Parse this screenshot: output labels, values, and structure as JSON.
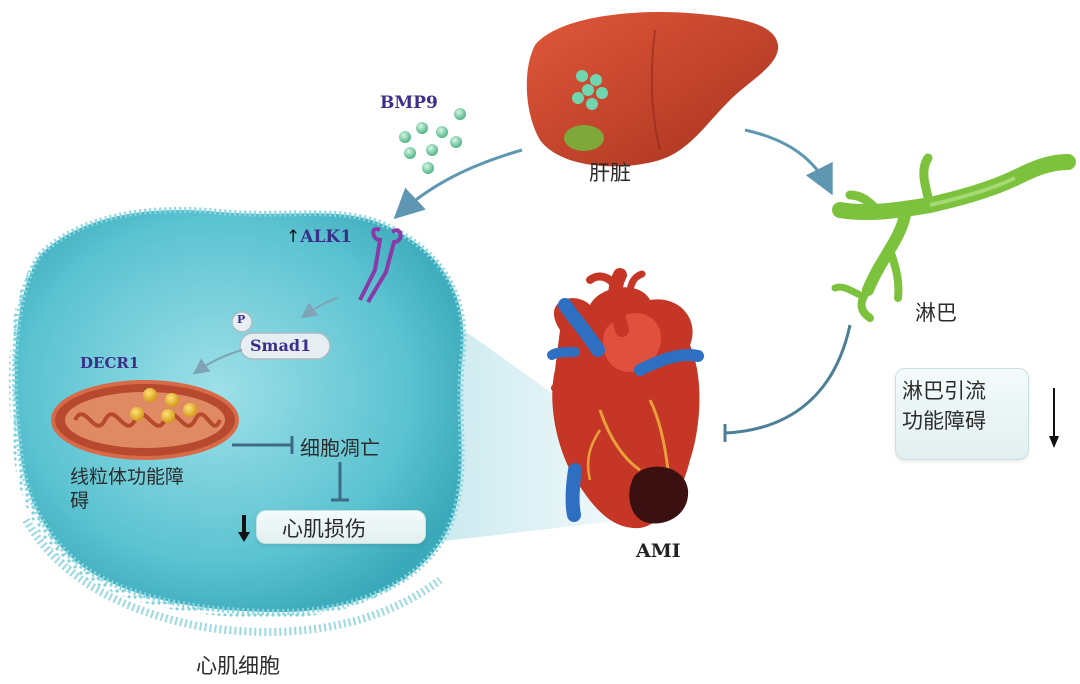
{
  "labels": {
    "liver": "肝脏",
    "bmp9": "BMP9",
    "alk1": "ALK1",
    "alk1_arrow": "↑",
    "p": "P",
    "smad1": "Smad1",
    "decr1": "DECR1",
    "mito_dys_line1": "线粒体功能障",
    "mito_dys_line2": "碍",
    "apoptosis": "细胞凋亡",
    "injury": "心肌损伤",
    "lymph": "淋巴",
    "lymph_box_line1": "淋巴引流",
    "lymph_box_line2": "功能障碍",
    "ami": "AMI",
    "cardiomyocyte": "心肌细胞"
  },
  "colors": {
    "cell": "#5cc3d1",
    "cell_edge": "#3ea6b6",
    "liver": "#c9432c",
    "lymph": "#7cc23c",
    "arrow": "#5f97b2",
    "label_navy": "#3b2f8a"
  },
  "icons": {
    "liver": "liver-illustration",
    "heart": "heart-illustration",
    "lymph": "lymph-vessel-illustration",
    "mitochondrion": "mitochondrion-illustration",
    "receptor": "receptor-icon"
  }
}
